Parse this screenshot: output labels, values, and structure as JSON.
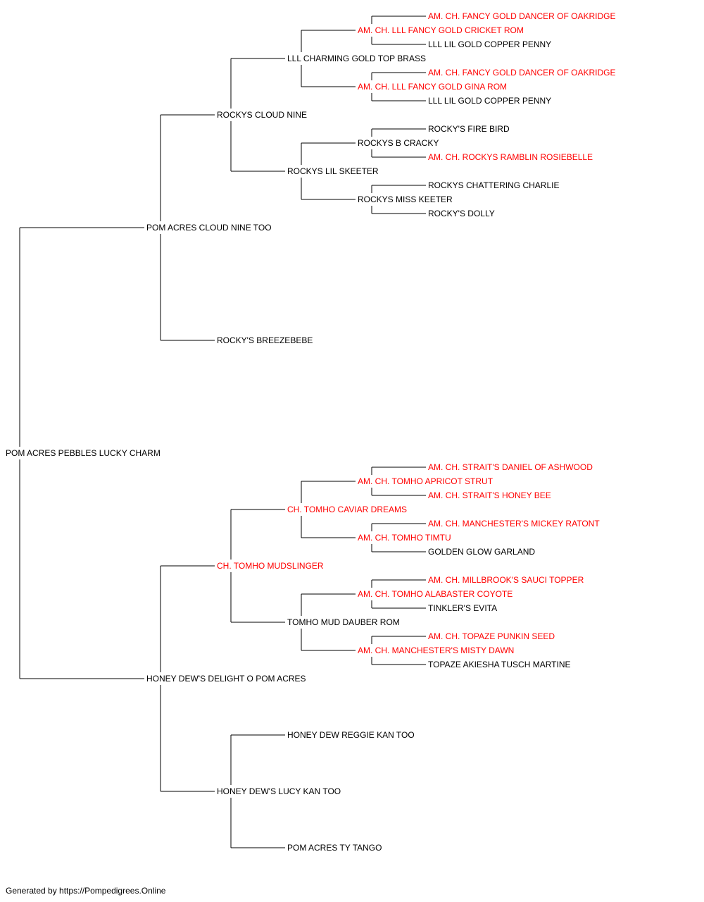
{
  "dog": {
    "name": "POM ACRES PEBBLES LUCKY CHARM",
    "sire": {
      "name": "POM ACRES CLOUD NINE TOO",
      "sire": {
        "name": "ROCKYS CLOUD NINE",
        "sire": {
          "name": "LLL CHARMING GOLD TOP BRASS",
          "sire": {
            "name": "AM. CH. LLL FANCY GOLD CRICKET ROM",
            "sire": {
              "name": "AM. CH. FANCY GOLD DANCER OF OAKRIDGE"
            },
            "dam": {
              "name": "LLL LIL GOLD COPPER PENNY"
            }
          },
          "dam": {
            "name": "AM. CH. LLL FANCY GOLD GINA ROM",
            "sire": {
              "name": "AM. CH. FANCY GOLD DANCER OF OAKRIDGE"
            },
            "dam": {
              "name": "LLL LIL GOLD COPPER PENNY"
            }
          }
        },
        "dam": {
          "name": "ROCKYS LIL SKEETER",
          "sire": {
            "name": "ROCKYS B CRACKY",
            "sire": {
              "name": "ROCKY'S FIRE BIRD"
            },
            "dam": {
              "name": "AM. CH. ROCKYS RAMBLIN ROSIEBELLE"
            }
          },
          "dam": {
            "name": "ROCKYS MISS KEETER",
            "sire": {
              "name": "ROCKYS CHATTERING CHARLIE"
            },
            "dam": {
              "name": "ROCKY'S DOLLY"
            }
          }
        }
      },
      "dam": {
        "name": "ROCKY'S BREEZEBEBE"
      }
    },
    "dam": {
      "name": "HONEY DEW'S DELIGHT O POM ACRES",
      "sire": {
        "name": "CH. TOMHO MUDSLINGER",
        "sire": {
          "name": "CH. TOMHO CAVIAR DREAMS",
          "sire": {
            "name": "AM. CH. TOMHO APRICOT STRUT",
            "sire": {
              "name": "AM. CH. STRAIT'S DANIEL OF ASHWOOD"
            },
            "dam": {
              "name": "AM. CH. STRAIT'S HONEY BEE"
            }
          },
          "dam": {
            "name": "AM. CH. TOMHO TIMTU",
            "sire": {
              "name": "AM. CH. MANCHESTER'S MICKEY RATONT"
            },
            "dam": {
              "name": "GOLDEN GLOW GARLAND"
            }
          }
        },
        "dam": {
          "name": "TOMHO MUD DAUBER ROM",
          "sire": {
            "name": "AM. CH. TOMHO ALABASTER COYOTE",
            "sire": {
              "name": "AM. CH. MILLBROOK'S SAUCI TOPPER"
            },
            "dam": {
              "name": "TINKLER'S EVITA"
            }
          },
          "dam": {
            "name": "AM. CH. MANCHESTER'S MISTY DAWN",
            "sire": {
              "name": "AM. CH. TOPAZE PUNKIN SEED"
            },
            "dam": {
              "name": "TOPAZE AKIESHA TUSCH MARTINE"
            }
          }
        }
      },
      "dam": {
        "name": "HONEY DEW'S LUCY KAN TOO",
        "sire": {
          "name": "HONEY DEW REGGIE KAN TOO"
        },
        "dam": {
          "name": "POM ACRES TY TANGO"
        }
      }
    }
  },
  "footer": "Generated by https://Pompedigrees.Online",
  "colors": {
    "champion": "#ff0000",
    "regular": "#000000",
    "line": "#000000"
  }
}
